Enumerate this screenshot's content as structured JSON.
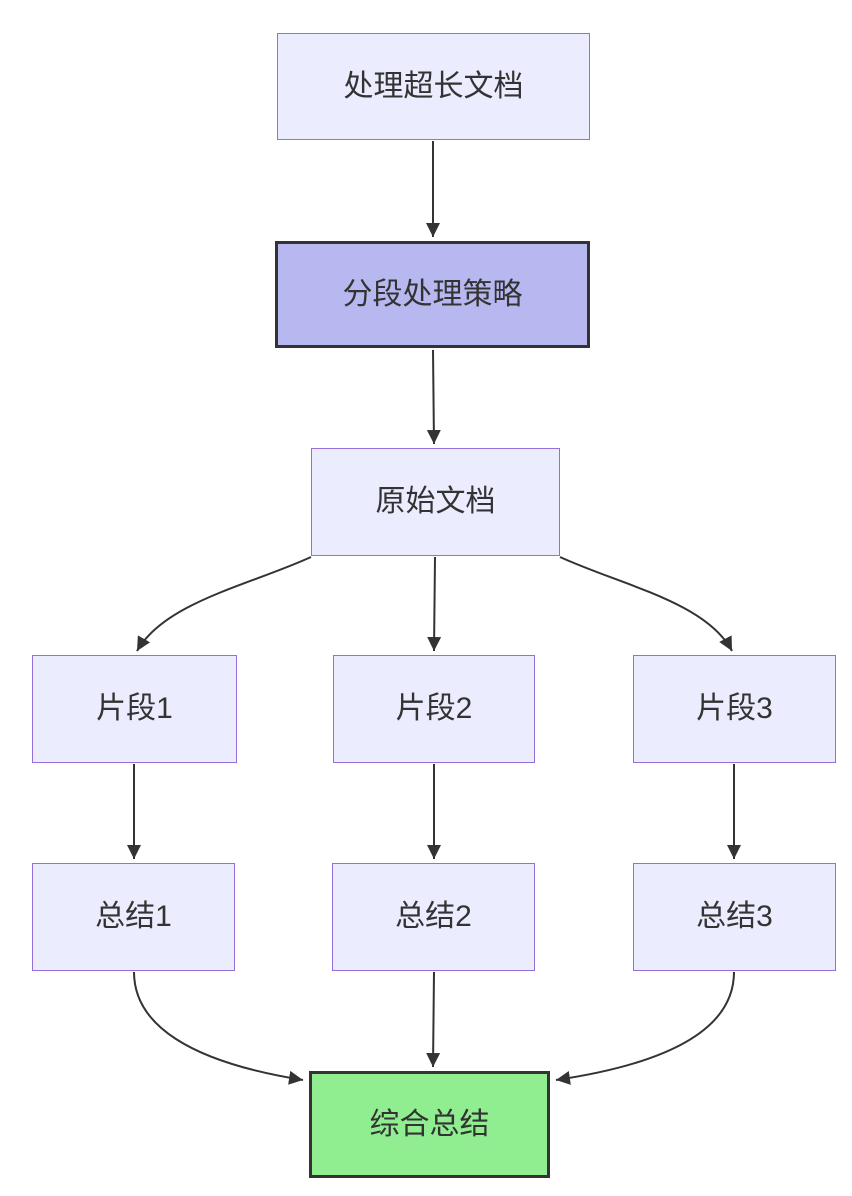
{
  "diagram": {
    "type": "flowchart",
    "direction": "top-down",
    "nodes": [
      {
        "id": "A",
        "label": "处理超长文档",
        "style": "default"
      },
      {
        "id": "B",
        "label": "分段处理策略",
        "style": "accent-purple"
      },
      {
        "id": "C",
        "label": "原始文档",
        "style": "default"
      },
      {
        "id": "D",
        "label": "片段1",
        "style": "default"
      },
      {
        "id": "E",
        "label": "片段2",
        "style": "default"
      },
      {
        "id": "F",
        "label": "片段3",
        "style": "default"
      },
      {
        "id": "G",
        "label": "总结1",
        "style": "default"
      },
      {
        "id": "H",
        "label": "总结2",
        "style": "default"
      },
      {
        "id": "I",
        "label": "总结3",
        "style": "default"
      },
      {
        "id": "J",
        "label": "综合总结",
        "style": "accent-green"
      }
    ],
    "edges": [
      {
        "from": "A",
        "to": "B"
      },
      {
        "from": "B",
        "to": "C"
      },
      {
        "from": "C",
        "to": "D"
      },
      {
        "from": "C",
        "to": "E"
      },
      {
        "from": "C",
        "to": "F"
      },
      {
        "from": "D",
        "to": "G"
      },
      {
        "from": "E",
        "to": "H"
      },
      {
        "from": "F",
        "to": "I"
      },
      {
        "from": "G",
        "to": "J"
      },
      {
        "from": "H",
        "to": "J"
      },
      {
        "from": "I",
        "to": "J"
      }
    ],
    "colors": {
      "node_fill": "#ececff",
      "node_border": "#9370db",
      "accent_fill": "#b8b8f0",
      "accent_border": "#333333",
      "final_fill": "#90ee90",
      "final_border": "#333333",
      "edge": "#333333",
      "text": "#333333",
      "background": "#ffffff"
    }
  }
}
